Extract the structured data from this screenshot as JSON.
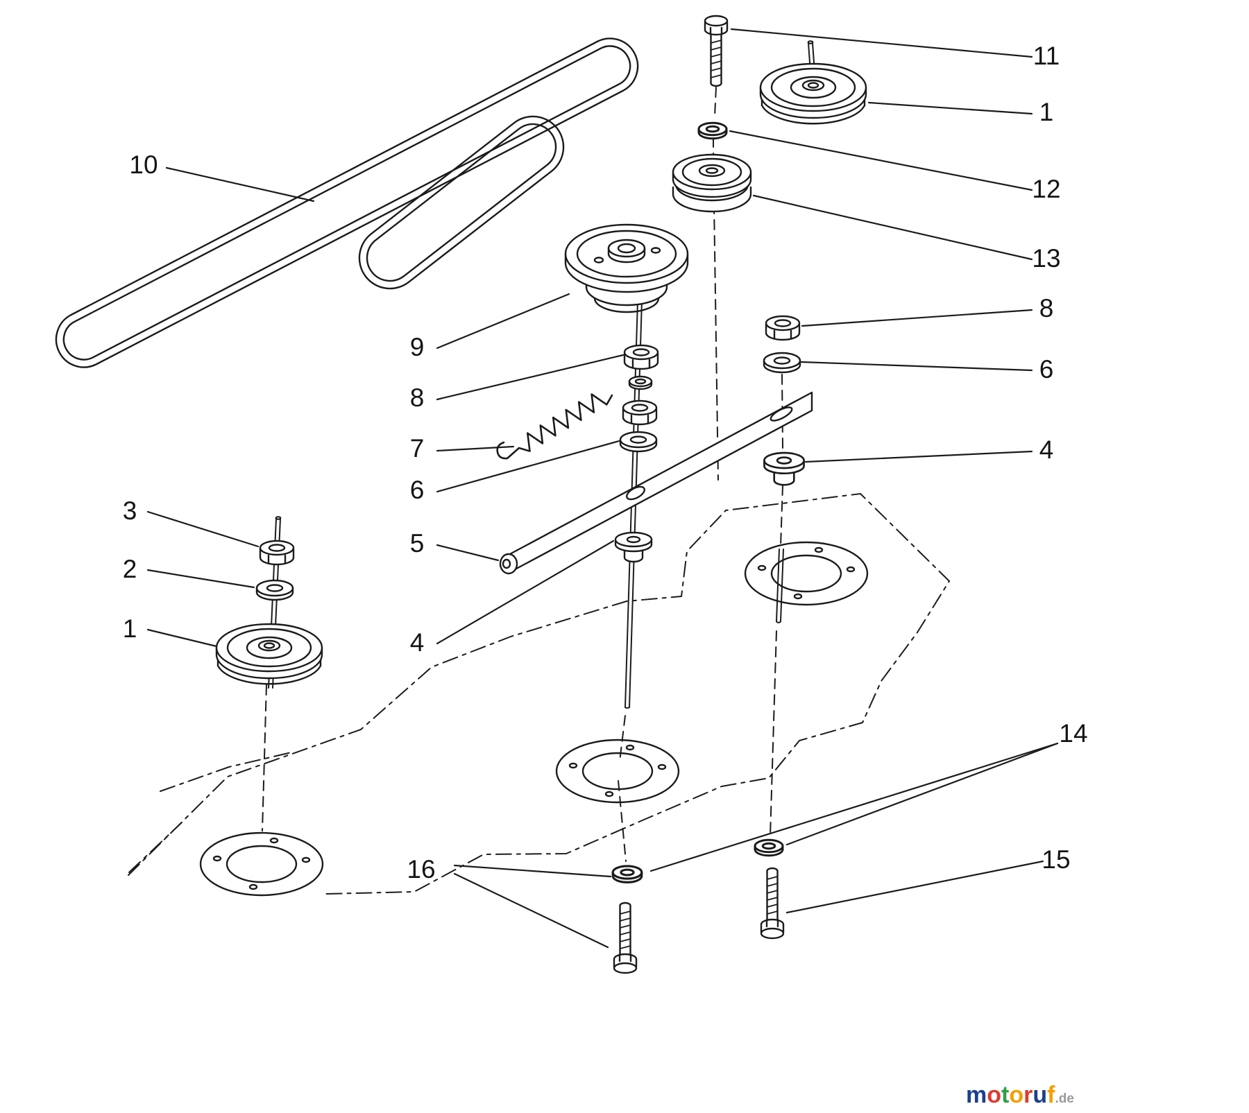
{
  "figure": {
    "type": "exploded-parts-diagram",
    "background": "#ffffff",
    "line_color": "#1b1b1b"
  },
  "callouts": {
    "c10": "10",
    "c11": "11",
    "c1_top": "1",
    "c12": "12",
    "c13": "13",
    "c8_right": "8",
    "c6_right": "6",
    "c4_right": "4",
    "c14": "14",
    "c15": "15",
    "c9": "9",
    "c8_left": "8",
    "c7": "7",
    "c6_left": "6",
    "c5": "5",
    "c4_left": "4",
    "c3": "3",
    "c2": "2",
    "c1_left": "1",
    "c16": "16"
  },
  "watermark": {
    "letters": [
      {
        "char": "m",
        "color": "#1b3f8f"
      },
      {
        "char": "o",
        "color": "#e03a2f"
      },
      {
        "char": "t",
        "color": "#2f9e44"
      },
      {
        "char": "o",
        "color": "#f59f00"
      },
      {
        "char": "r",
        "color": "#e03a2f"
      },
      {
        "char": "u",
        "color": "#1b3f8f"
      },
      {
        "char": "f",
        "color": "#f59f00"
      }
    ],
    "suffix": ".de",
    "suffix_color": "#9a9a9a"
  }
}
